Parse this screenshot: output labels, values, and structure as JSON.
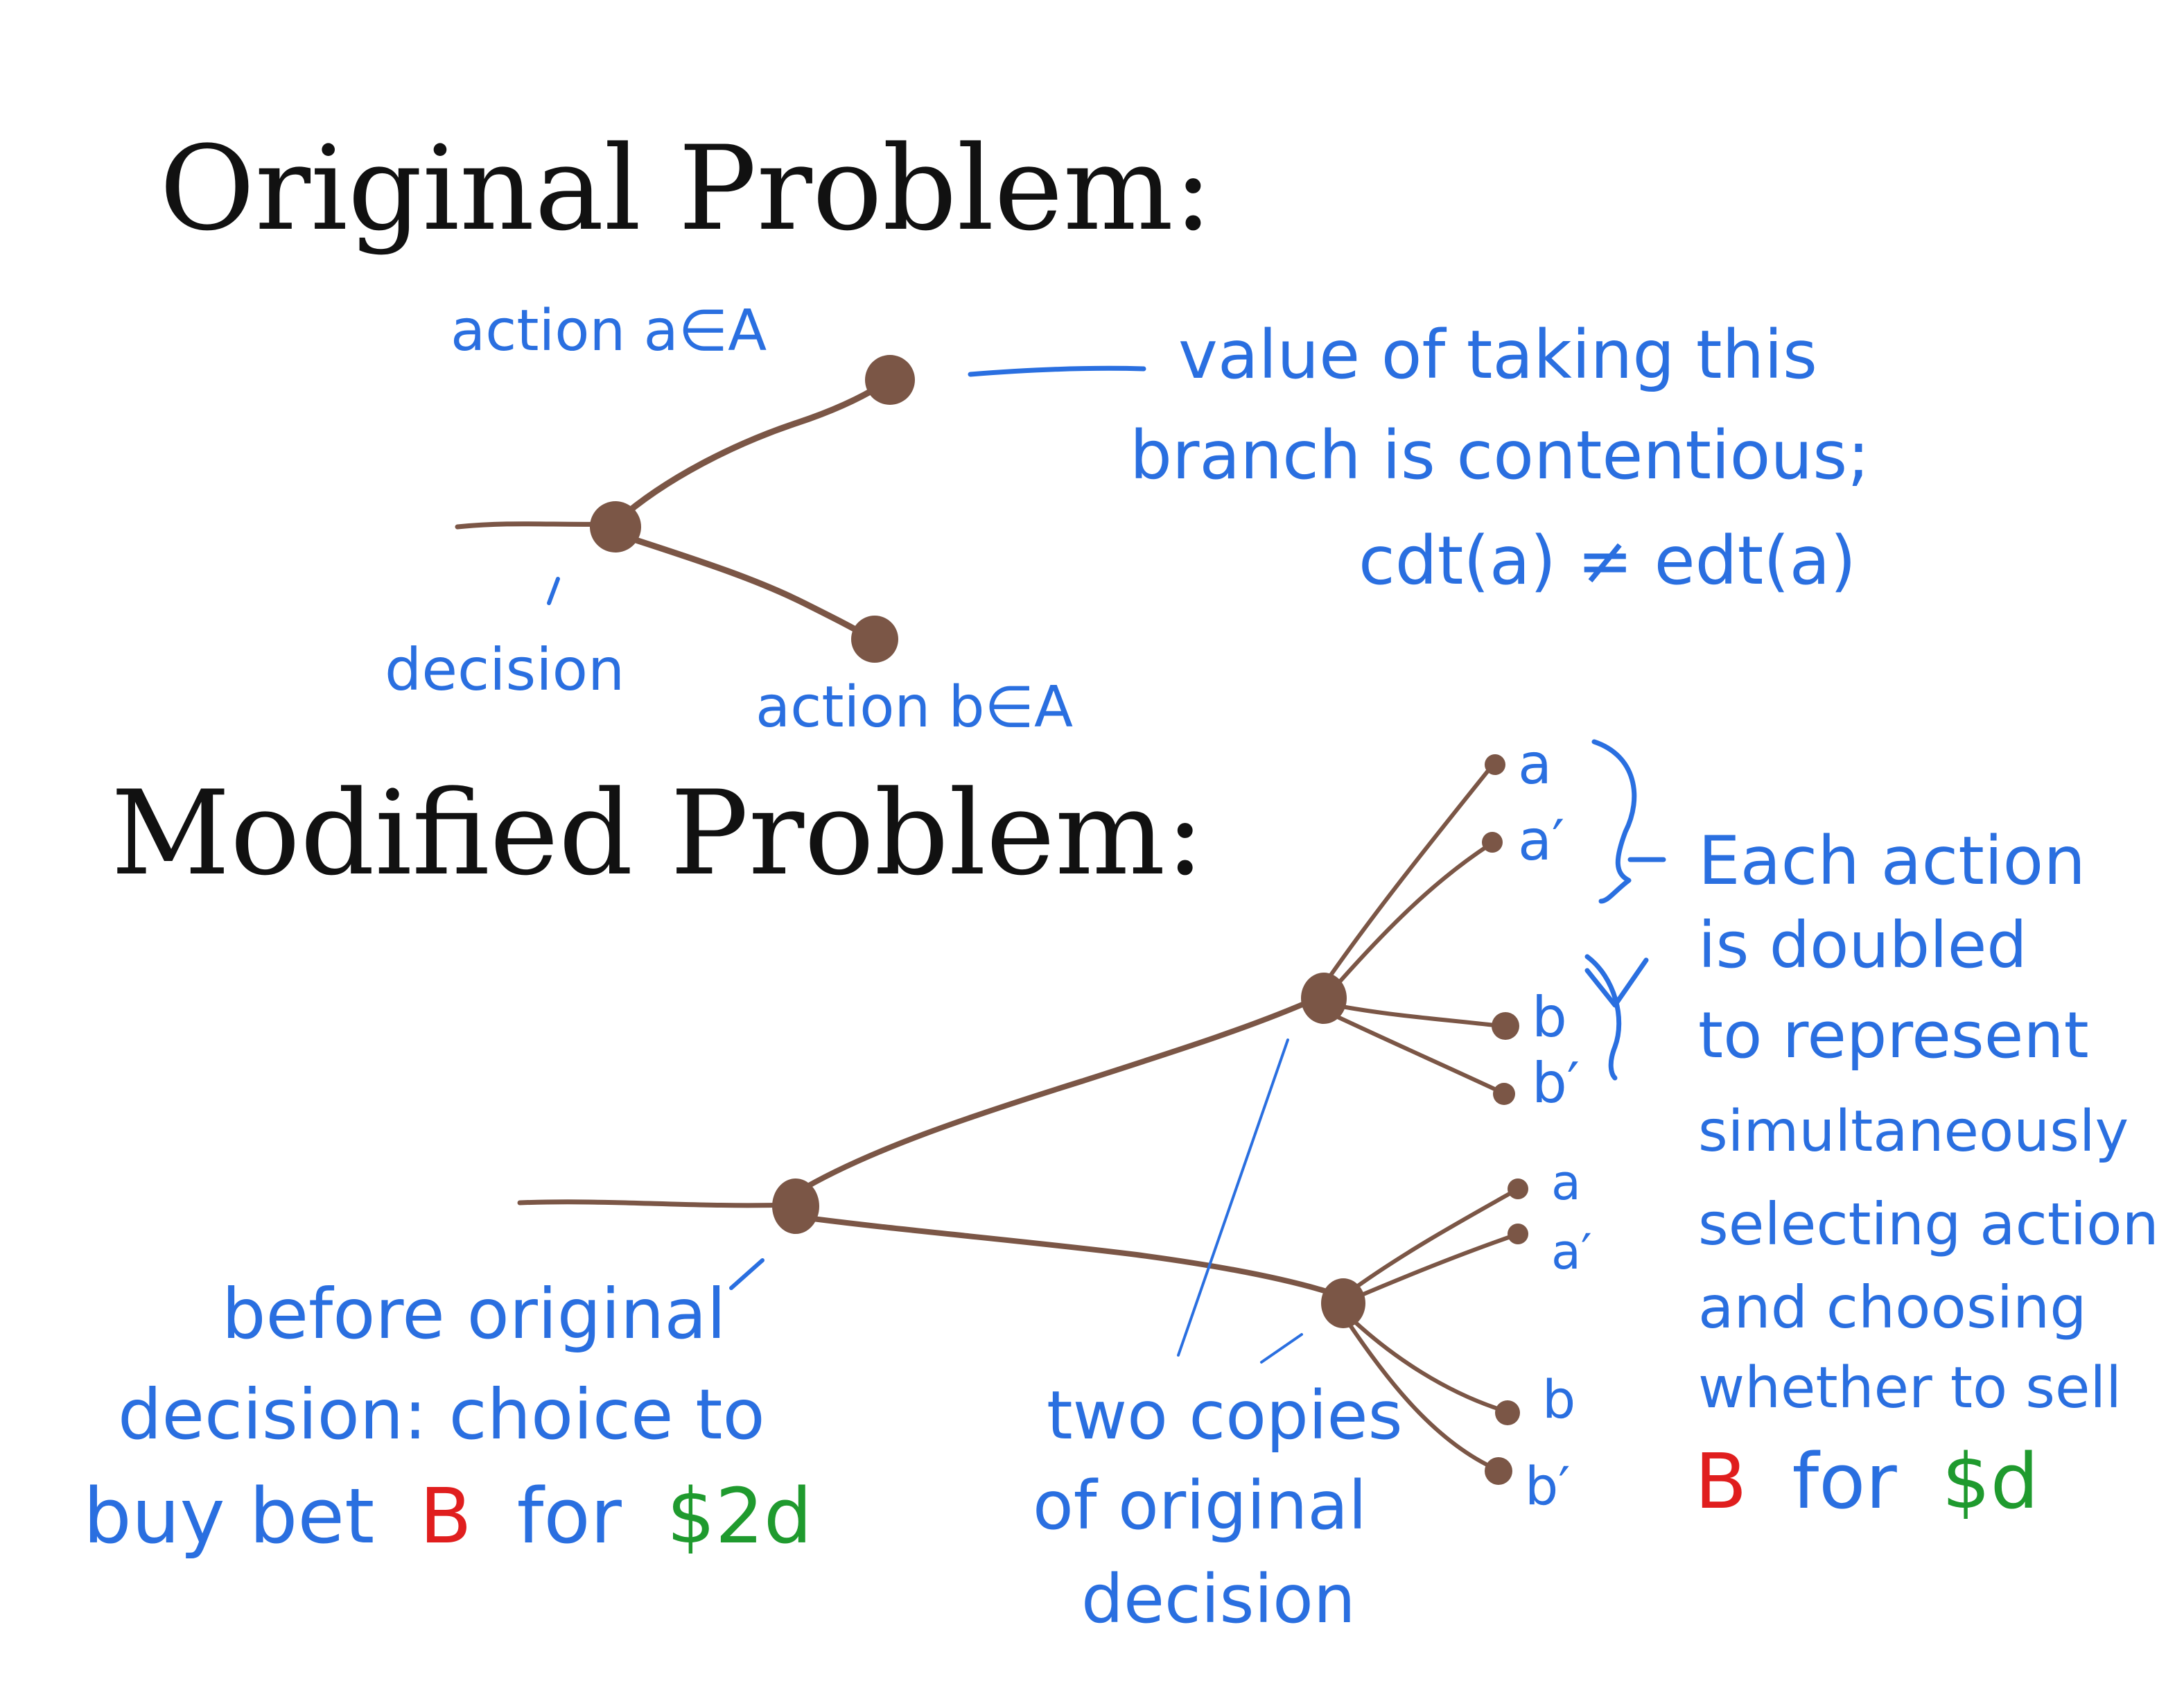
{
  "original": {
    "heading": "Original Problem:",
    "label_action_a": "action a∈A",
    "label_action_b": "action b∈A",
    "label_decision": "decision",
    "note_line1": "value of taking this",
    "note_line2": "branch is contentious;",
    "note_line3": "cdt(a) ≠ edt(a)"
  },
  "modified": {
    "heading": "Modified Problem:",
    "leaf_upper": [
      "a",
      "a′",
      "b",
      "b′"
    ],
    "leaf_lower": [
      "a",
      "a′",
      "b",
      "b′"
    ],
    "before_line1": "before original",
    "before_line2": "decision: choice to",
    "before_line3_a": "buy bet",
    "before_line3_B": "B",
    "before_line3_for": "for",
    "before_line3_price": "$2d",
    "copies_line1": "two copies",
    "copies_line2": "of original",
    "copies_line3": "decision",
    "each_line1": "Each action",
    "each_line2": "is doubled",
    "each_line3": "to represent",
    "each_line4": "simultaneously",
    "each_line5": "selecting action",
    "each_line6": "and choosing",
    "each_line7": "whether to sell",
    "each_line8_B": "B",
    "each_line8_for": "for",
    "each_line8_price": "$d"
  },
  "colors": {
    "ink_blue": "#2a6fe0",
    "ink_brown": "#7b5646",
    "ink_red": "#e01e1e",
    "ink_green": "#1f9a2e",
    "ink_black": "#111111"
  }
}
